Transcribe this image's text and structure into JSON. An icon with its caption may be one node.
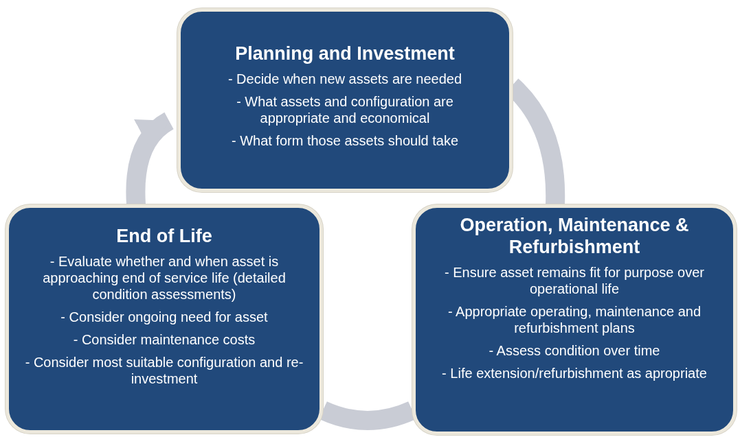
{
  "diagram": {
    "nodes": [
      {
        "text": [
          "Planning and Investment",
          "- Decide when new assets are needed",
          "- What assets and configuration are appropriate and economical",
          "- What form those assets should take"
        ]
      },
      {
        "text": [
          "Operation, Maintenance & Refurbishment",
          "- Ensure asset remains fit for purpose over operational life",
          "- Appropriate operating, maintenance and refurbishment plans",
          "- Assess condition over time",
          "- Life extension/refurbishment as apropriate"
        ]
      },
      {
        "text": [
          "End of Life",
          "- Evaluate whether and when asset is approaching end of service life (detailed condition assessments)",
          "- Consider ongoing need for asset",
          "- Consider maintenance costs",
          "- Consider most suitable configuration and re-investment"
        ]
      }
    ],
    "edges": [
      {
        "from": 0,
        "to": 1,
        "arrow": "none"
      },
      {
        "from": 1,
        "to": 2,
        "arrow": "none"
      },
      {
        "from": 2,
        "to": 0,
        "arrow": "to"
      }
    ]
  }
}
